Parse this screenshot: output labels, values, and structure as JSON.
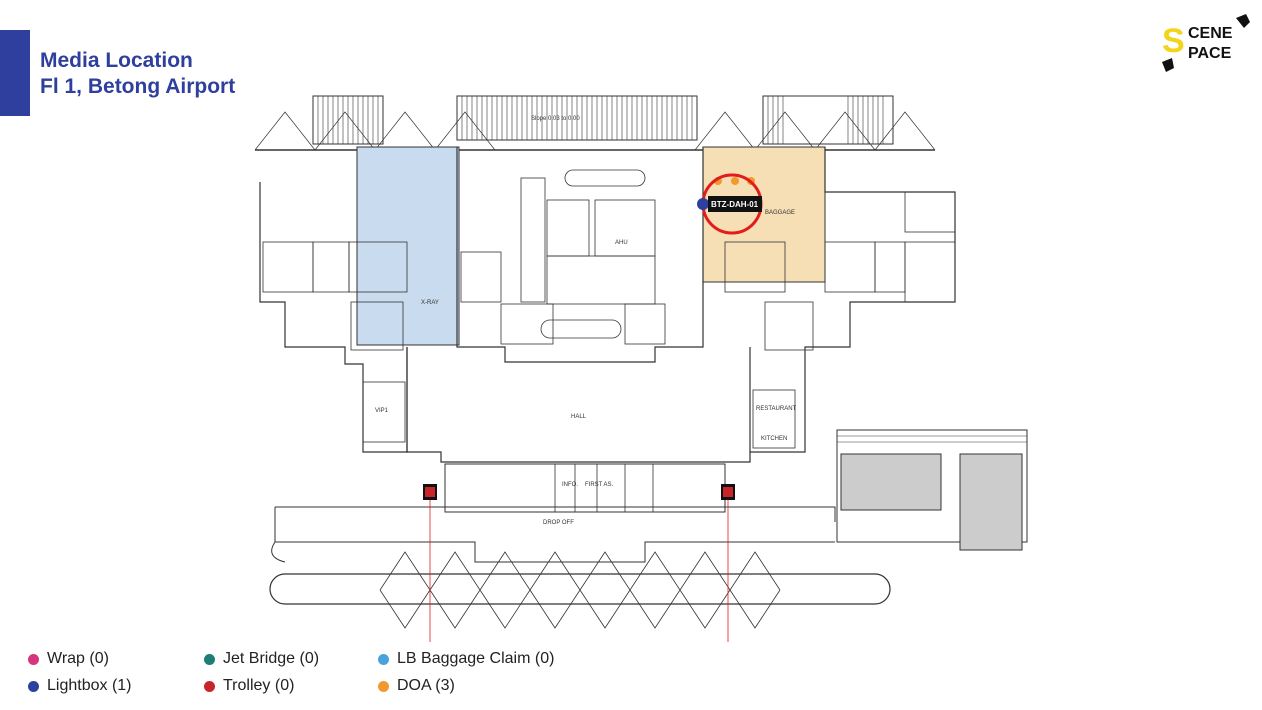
{
  "header": {
    "title_line1": "Media Location",
    "title_line2": "Fl 1, Betong Airport"
  },
  "logo": {
    "text_top": "CENE",
    "text_bottom": "PACE",
    "initial": "S",
    "icon": "hand-pointer-icon"
  },
  "colors": {
    "accent": "#2e3f9e",
    "xray_zone": "#c9dbef",
    "baggage_zone": "#f6dfb5",
    "marker_ring": "#e21b1b",
    "lightbox": "#2e3f9e",
    "doa": "#f2992e"
  },
  "map": {
    "marker_label": "BTZ-DAH-01",
    "room_labels": {
      "baggage": "BAGGAGE",
      "xray": "X-RAY",
      "hall": "HALL",
      "restaurant": "RESTAURANT",
      "kitchen": "KITCHEN",
      "drop_off": "DROP OFF",
      "info": "INFO.",
      "first_aid": "FIRST AS.",
      "ahu": "AHU",
      "vip": "VIP1",
      "slope": "Slope 0.03 to 0.00"
    }
  },
  "legend": [
    {
      "label": "Wrap (0)",
      "color": "#d6357f"
    },
    {
      "label": "Jet Bridge (0)",
      "color": "#1f7c76"
    },
    {
      "label": "LB Baggage Claim (0)",
      "color": "#4aa1dc"
    },
    {
      "label": "Lightbox (1)",
      "color": "#2e3f9e"
    },
    {
      "label": "Trolley (0)",
      "color": "#c8242c"
    },
    {
      "label": "DOA (3)",
      "color": "#f2992e"
    }
  ]
}
